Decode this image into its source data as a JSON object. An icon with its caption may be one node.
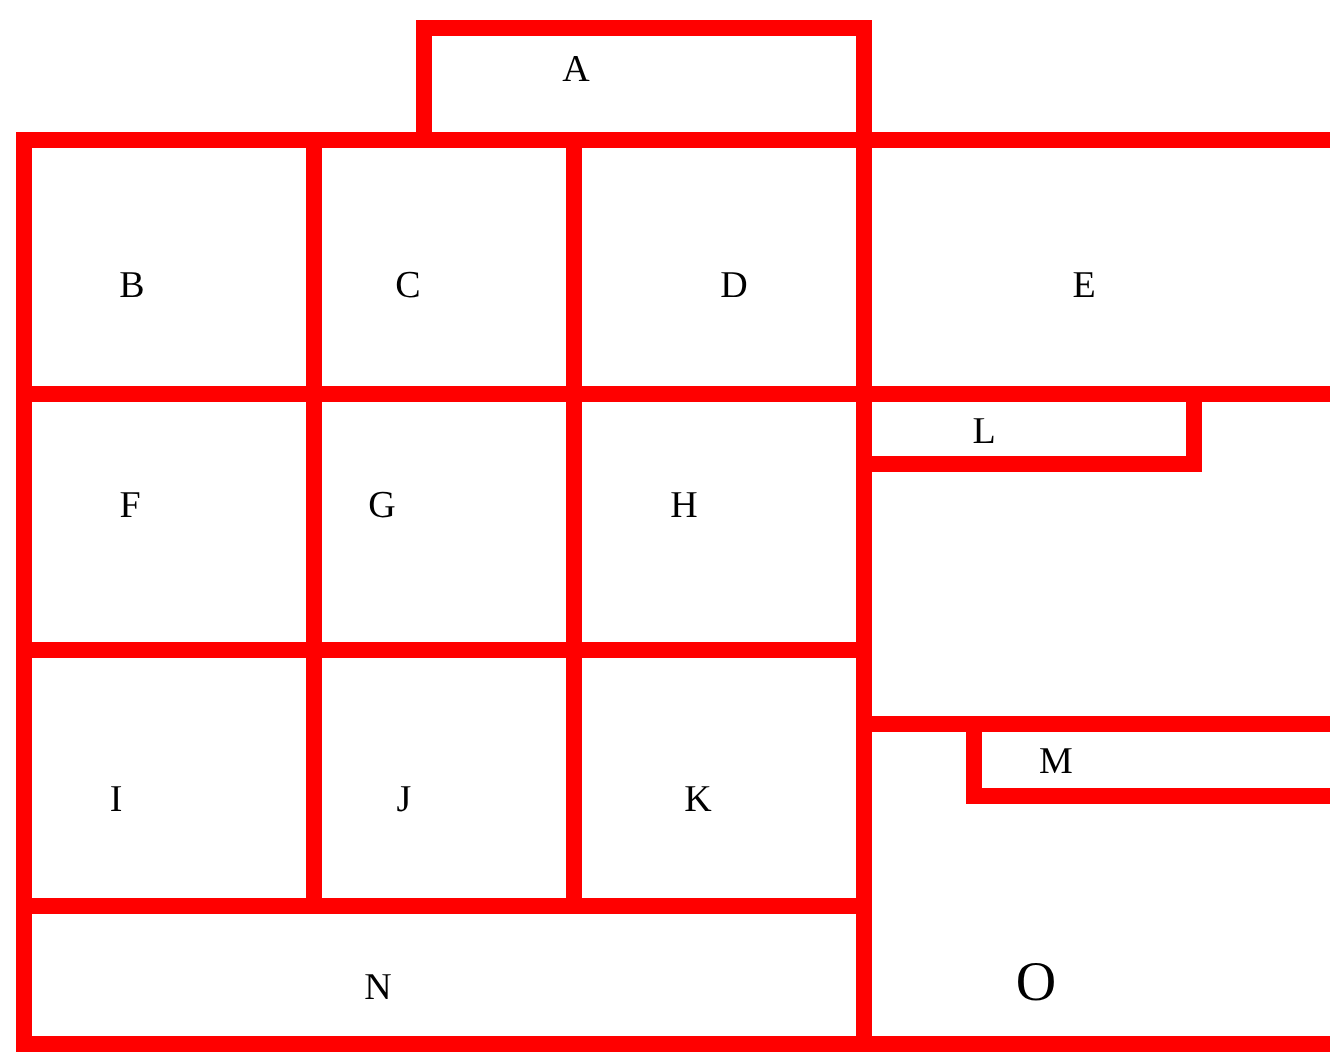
{
  "diagram": {
    "nodes": [
      {
        "text": [
          "A"
        ]
      },
      {
        "text": [
          "B"
        ]
      },
      {
        "text": [
          "C"
        ]
      },
      {
        "text": [
          "D"
        ]
      },
      {
        "text": [
          "E"
        ]
      },
      {
        "text": [
          "F"
        ]
      },
      {
        "text": [
          "G"
        ]
      },
      {
        "text": [
          "H"
        ]
      },
      {
        "text": [],
        "shape": "box"
      },
      {
        "text": [
          "L"
        ],
        "in": 8
      },
      {
        "text": [
          "I"
        ]
      },
      {
        "text": [
          "J"
        ]
      },
      {
        "text": [
          "K"
        ]
      },
      {
        "text": [
          "O"
        ]
      },
      {
        "text": [
          "M"
        ],
        "in": 13
      },
      {
        "text": [
          "N"
        ]
      }
    ]
  }
}
